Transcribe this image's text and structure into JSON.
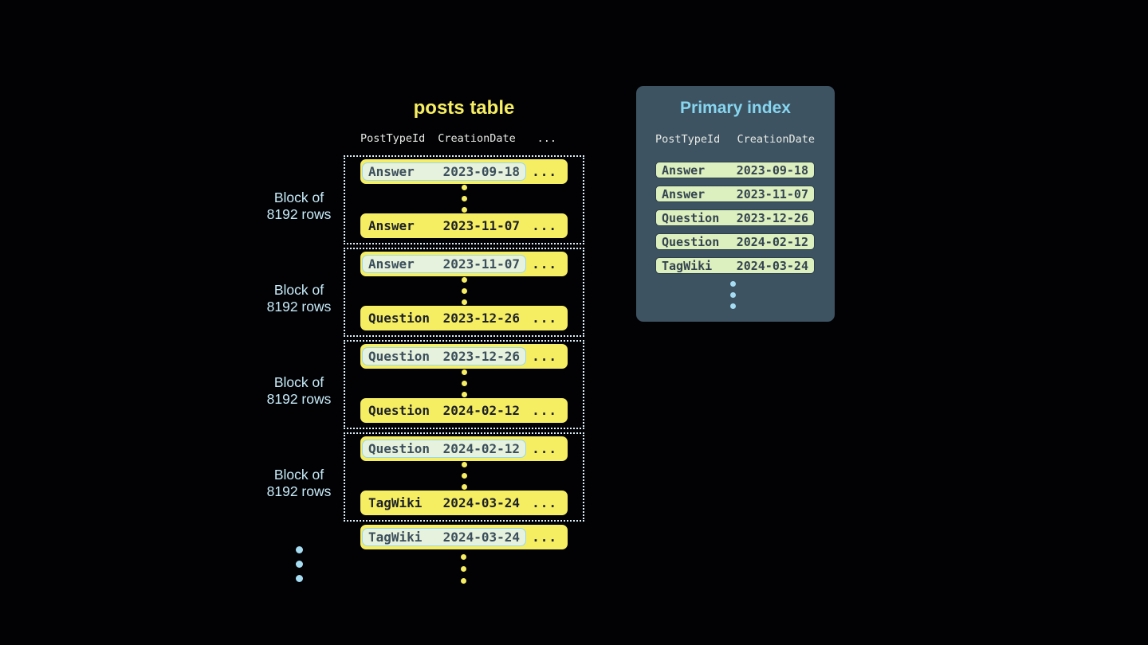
{
  "colors": {
    "bg": "#020205",
    "yellow": "#f6ee62",
    "row_text": "#1d2127",
    "hl_bg": "#e6f2dd",
    "hl_border": "#9bd7ea",
    "hl_text": "#3c4f5c",
    "dotted": "#def1fa",
    "label_blue": "#c7ebf8",
    "dot_blue": "#a6ddf2",
    "header_text": "#e9ebe5",
    "panel_bg": "#3d5362",
    "panel_title": "#87d5ef",
    "index_row_bg": "#dcefbe",
    "index_row_border": "#2c404b",
    "index_row_text": "#344450"
  },
  "posts_table": {
    "title": "posts table",
    "headers": {
      "col1": "PostTypeId",
      "col2": "CreationDate",
      "more": "..."
    },
    "row_ellipsis": "...",
    "block_label": {
      "line1": "Block of",
      "line2": "8192 rows"
    },
    "blocks": [
      {
        "first": {
          "type": "Answer",
          "date": "2023-09-18"
        },
        "last": {
          "type": "Answer",
          "date": "2023-11-07"
        }
      },
      {
        "first": {
          "type": "Answer",
          "date": "2023-11-07"
        },
        "last": {
          "type": "Question",
          "date": "2023-12-26"
        }
      },
      {
        "first": {
          "type": "Question",
          "date": "2023-12-26"
        },
        "last": {
          "type": "Question",
          "date": "2024-02-12"
        }
      },
      {
        "first": {
          "type": "Question",
          "date": "2024-02-12"
        },
        "last": {
          "type": "TagWiki",
          "date": "2024-03-24"
        }
      }
    ],
    "tail_row": {
      "type": "TagWiki",
      "date": "2024-03-24"
    }
  },
  "primary_index": {
    "title": "Primary index",
    "headers": {
      "col1": "PostTypeId",
      "col2": "CreationDate"
    },
    "rows": [
      {
        "type": "Answer",
        "date": "2023-09-18"
      },
      {
        "type": "Answer",
        "date": "2023-11-07"
      },
      {
        "type": "Question",
        "date": "2023-12-26"
      },
      {
        "type": "Question",
        "date": "2024-02-12"
      },
      {
        "type": "TagWiki",
        "date": "2024-03-24"
      }
    ]
  }
}
